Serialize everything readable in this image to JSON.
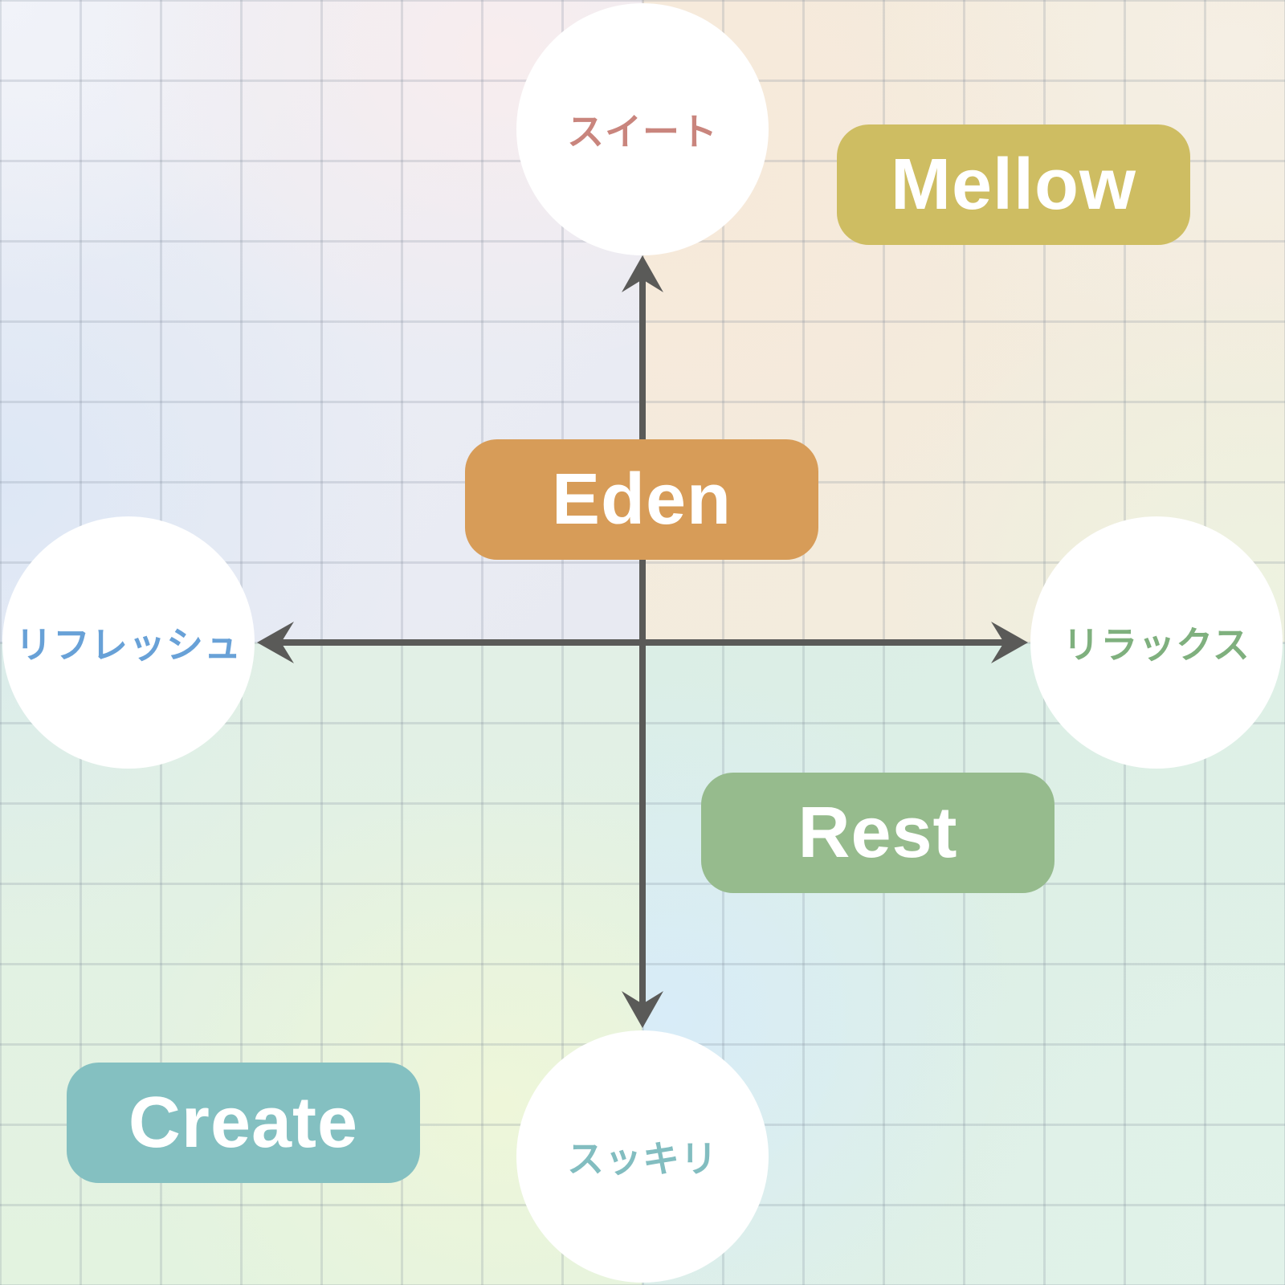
{
  "diagram": {
    "type": "quadrant-map",
    "axis": {
      "color": "#5a5a58",
      "ends": {
        "top": {
          "label": "スイート",
          "label_color": "#c9857d"
        },
        "bottom": {
          "label": "スッキリ",
          "label_color": "#82bdc0"
        },
        "left": {
          "label": "リフレッシュ",
          "label_color": "#68a1d7"
        },
        "right": {
          "label": "リラックス",
          "label_color": "#7fb07e"
        }
      }
    },
    "zones": {
      "eden": {
        "label": "Eden",
        "color": "#d79c58",
        "position": "center"
      },
      "mellow": {
        "label": "Mellow",
        "color": "#cebd62",
        "position": "top-right"
      },
      "rest": {
        "label": "Rest",
        "color": "#96bb8d",
        "position": "bottom-right"
      },
      "create": {
        "label": "Create",
        "color": "#84c0c1",
        "position": "bottom-left"
      }
    },
    "zone_text_color": "#ffffff"
  }
}
